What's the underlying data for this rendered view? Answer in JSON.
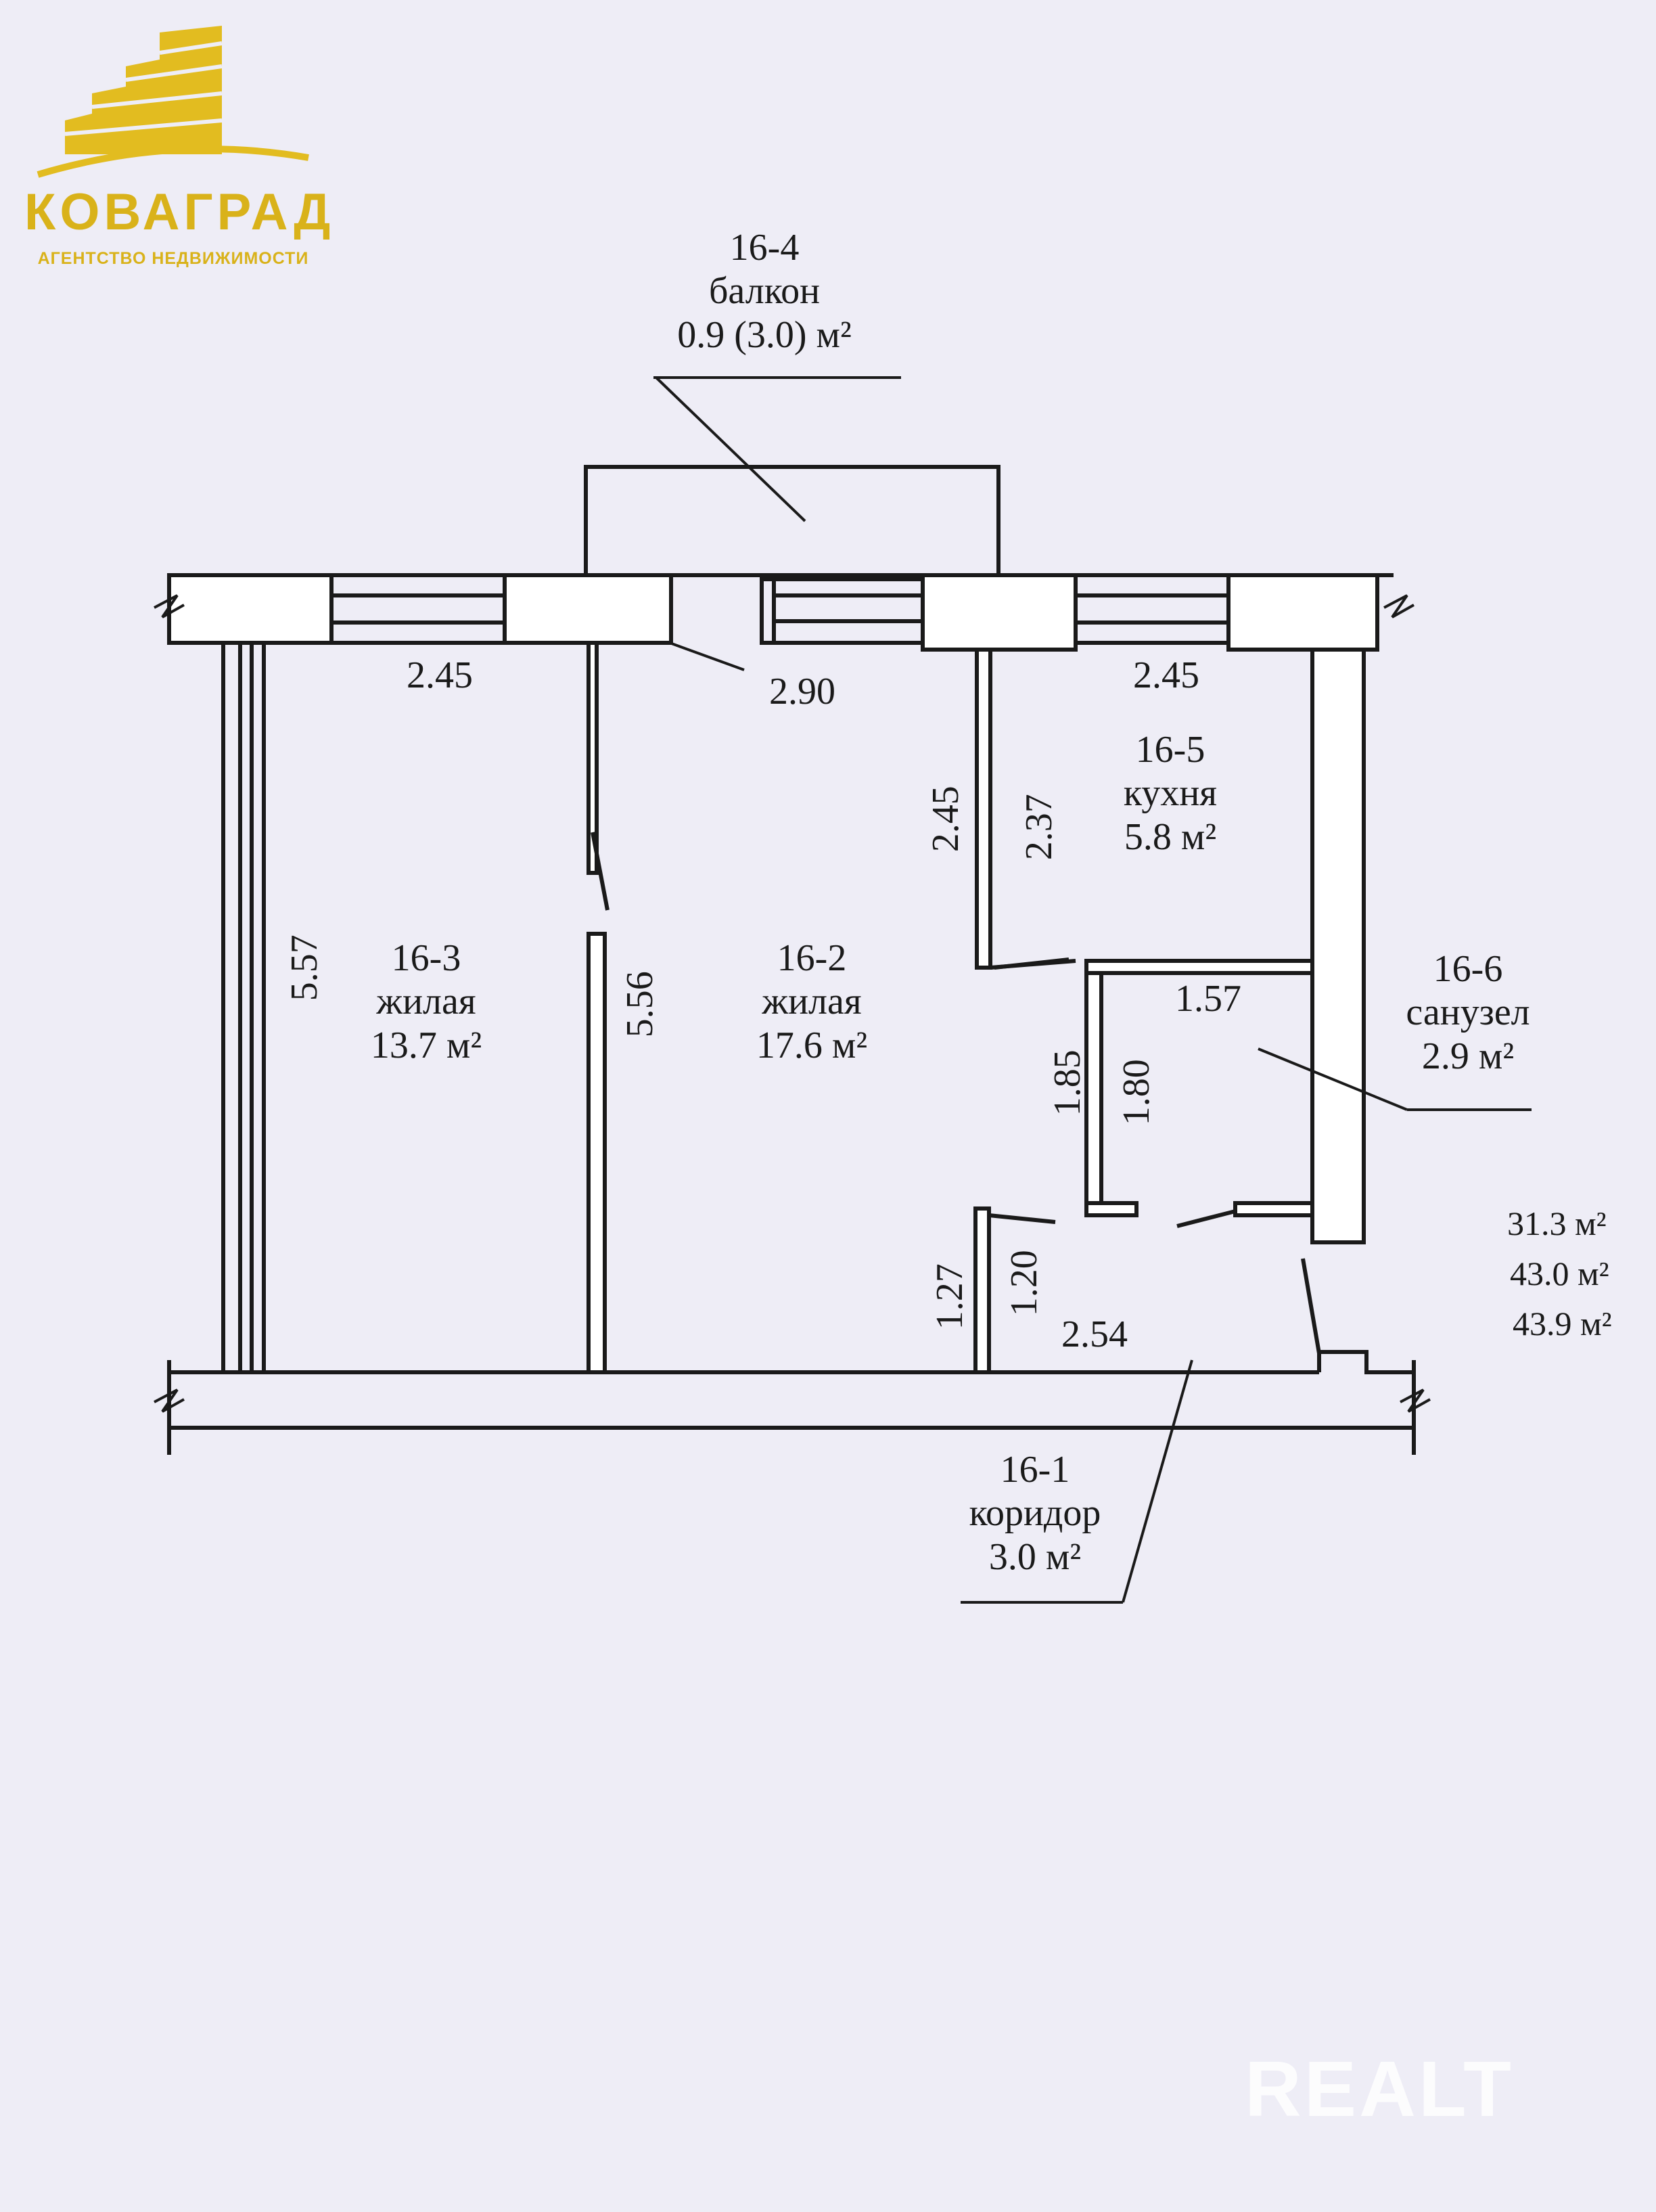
{
  "logo": {
    "brand": "КОВАГРАД",
    "tagline": "АГЕНТСТВО НЕДВИЖИМОСТИ",
    "color": "#d9b21a"
  },
  "watermark": "REALT",
  "rooms": [
    {
      "id": "16-4",
      "name": "балкон",
      "area": "0.9 (3.0) м²"
    },
    {
      "id": "16-5",
      "name": "кухня",
      "area": "5.8 м²"
    },
    {
      "id": "16-3",
      "name": "жилая",
      "area": "13.7 м²"
    },
    {
      "id": "16-2",
      "name": "жилая",
      "area": "17.6 м²"
    },
    {
      "id": "16-6",
      "name": "санузел",
      "area": "2.9 м²"
    },
    {
      "id": "16-1",
      "name": "коридор",
      "area": "3.0 м²"
    }
  ],
  "dimensions": {
    "d_245_left": "2.45",
    "d_290": "2.90",
    "d_245_right": "2.45",
    "d_557": "5.57",
    "d_556": "5.56",
    "d_245_vert": "2.45",
    "d_237": "2.37",
    "d_157": "1.57",
    "d_185": "1.85",
    "d_180": "1.80",
    "d_127": "1.27",
    "d_120": "1.20",
    "d_254": "2.54"
  },
  "totals": [
    "31.3 м²",
    "43.0 м²",
    "43.9 м²"
  ],
  "colors": {
    "paper": "#eeedf6",
    "ink": "#1a1a1a",
    "wall": "#ffffff"
  }
}
